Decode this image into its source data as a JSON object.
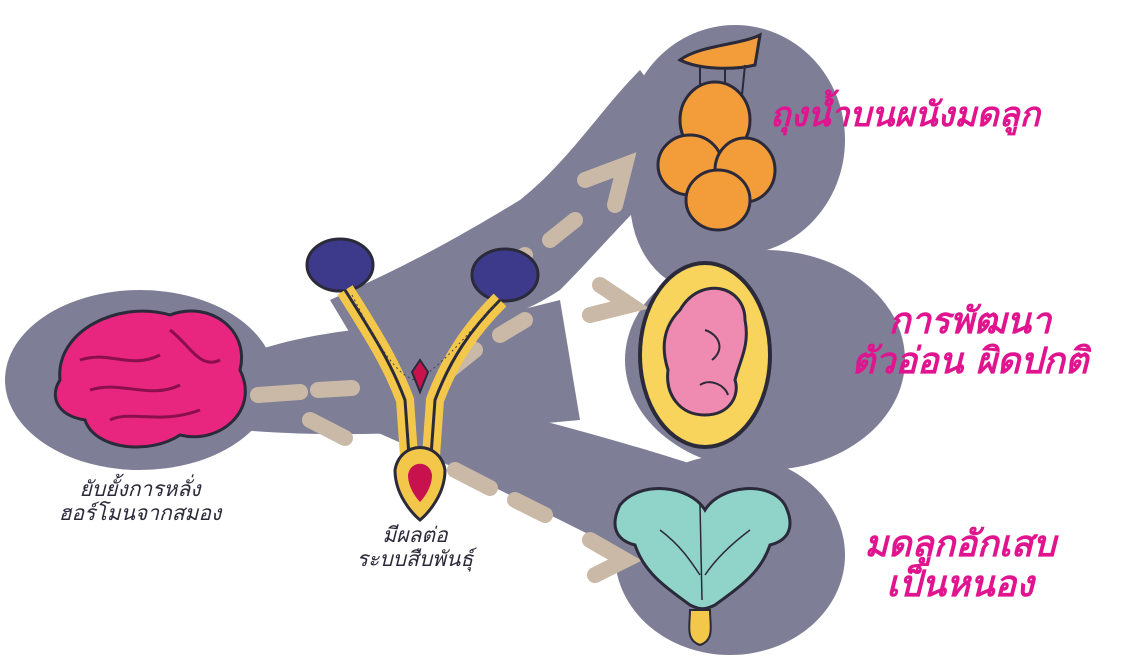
{
  "labels": {
    "brain": [
      "ยับยั้งการหลั่ง",
      "ฮอร์โมนจากสมอง"
    ],
    "reproductive": [
      "มีผลต่อ",
      "ระบบสืบพันธุ์"
    ],
    "outcome_top": "ถุงน้ำบนผนังมดลูก",
    "outcome_middle": [
      "การพัฒนา",
      "ตัวอ่อน ผิดปกติ"
    ],
    "outcome_bottom": [
      "มดลูกอักเสบ",
      "เป็นหนอง"
    ]
  },
  "colors": {
    "path": "#7e7e97",
    "arrows": "#c9b9a6",
    "label_accent": "#e0148f",
    "label_dark": "#2b2a3a",
    "brain": "#e8267f",
    "cyst": "#f29c3a",
    "embryo_sac": "#f8d45c",
    "embryo": "#ef8ab0",
    "uterus": "#8fd3c9",
    "ovary": "#3d3a8c",
    "tube": "#f3c84a"
  },
  "icons": [
    "brain-illustration",
    "reproductive-system-illustration",
    "cyst-illustration",
    "embryo-illustration",
    "uterus-illustration"
  ]
}
